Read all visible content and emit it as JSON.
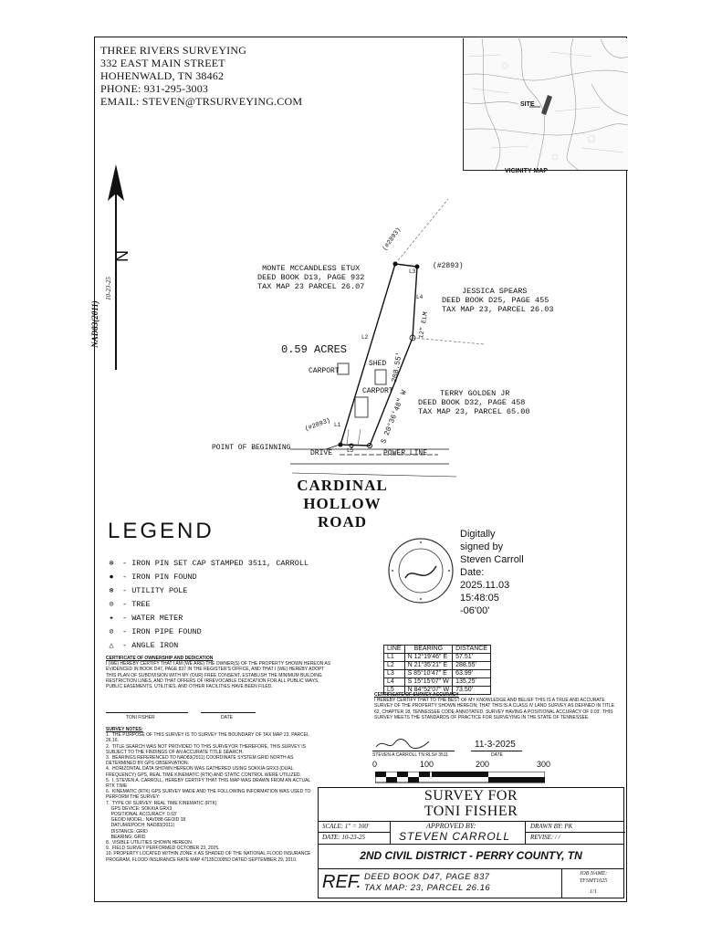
{
  "company": {
    "name": "THREE RIVERS SURVEYING",
    "address": "332 EAST MAIN STREET",
    "city": "HOHENWALD, TN 38462",
    "phone": "PHONE: 931-295-3003",
    "email": "EMAIL: STEVEN@TRSURVEYING.COM"
  },
  "vicinity": {
    "site_label": "SITE",
    "title": "VICINITY MAP"
  },
  "north": {
    "datum": "NAD83(2011)",
    "date": "10-23-25",
    "letter": "N"
  },
  "adjoiners": {
    "north": {
      "name": "MONTE MCCANDLESS ETUX",
      "deed": "DEED BOOK D13, PAGE 932",
      "tax": "TAX MAP 23 PARCEL 26.07"
    },
    "east": {
      "name": "JESSICA SPEARS",
      "deed": "DEED BOOK D25, PAGE 455",
      "tax": "TAX MAP 23, PARCEL 26.03"
    },
    "south": {
      "name": "TERRY GOLDEN JR",
      "deed": "DEED BOOK D32, PAGE 458",
      "tax": "TAX MAP 23, PARCEL 65.00"
    }
  },
  "plat": {
    "acres": "0.59 ACRES",
    "carport1": "CARPORT",
    "carport2": "CARPORT",
    "shed": "SHED",
    "elm": "12\" ELM",
    "bearing_long": "S 20°36'48\" W",
    "distance_long": "208.55'",
    "pob": "POINT OF BEGINNING",
    "drive": "DRIVE",
    "power": "POWER LINE",
    "ref_top": "(#2893)",
    "ref_right": "(#2893)",
    "ref_left": "(#2893)",
    "l1": "L1",
    "l2": "L2",
    "l3": "L3",
    "l4": "L4",
    "l5": "L5"
  },
  "road": {
    "line1": "CARDINAL",
    "line2": "HOLLOW ROAD"
  },
  "legend": {
    "title": "LEGEND",
    "items": [
      {
        "sym": "⊕",
        "label": "- IRON PIN SET CAP STAMPED 3511, CARROLL"
      },
      {
        "sym": "●",
        "label": "- IRON PIN FOUND"
      },
      {
        "sym": "⊛",
        "label": "- UTILITY POLE"
      },
      {
        "sym": "⊙",
        "label": "- TREE"
      },
      {
        "sym": "✦",
        "label": "- WATER METER"
      },
      {
        "sym": "⊘",
        "label": "- IRON PIPE FOUND"
      },
      {
        "sym": "△",
        "label": "- ANGLE IRON"
      }
    ]
  },
  "signature": {
    "line1": "Digitally",
    "line2": "signed by",
    "line3": "Steven Carroll",
    "line4": "Date:",
    "line5": "2025.11.03",
    "line6": "15:48:05",
    "line7": "-06'00'"
  },
  "line_table": {
    "headers": [
      "LINE",
      "BEARING",
      "DISTANCE"
    ],
    "rows": [
      [
        "L1",
        "N 12°19'46\" E",
        "57.51'"
      ],
      [
        "L2",
        "N 21°35'21\" E",
        "288.55'"
      ],
      [
        "L3",
        "S 85°10'47\" E",
        "63.99'"
      ],
      [
        "L4",
        "S 15°15'07\" W",
        "135.25'"
      ],
      [
        "L5",
        "N 84°52'07\" W",
        "73.50'"
      ]
    ]
  },
  "certificates": {
    "ownership_title": "CERTIFICATE OF OWNERSHIP AND DEDICATION",
    "ownership_text": "I (WE) HEREBY CERTIFY THAT I AM (WE ARE) THE OWNER(S) OF THE PROPERTY SHOWN HEREON AS EVIDENCED IN BOOK D47, PAGE 837 IN THE REGISTER'S OFFICE, AND THAT I (WE) HEREBY ADOPT THIS PLAN OF SUBDIVISION WITH MY (OUR) FREE CONSENT, ESTABLISH THE MINIMUM BUILDING RESTRICTION LINES, AND THAT OFFERS OF IRREVOCABLE DEDICATION FOR ALL PUBLIC WAYS, PUBLIC EASEMENTS, UTILITIES, AND OTHER FACILITIES HAVE BEEN FILED.",
    "owner_sig": "TONI FISHER",
    "owner_date": "DATE",
    "accuracy_title": "CERTIFICATE OF SURVEY ACCURACY",
    "accuracy_text": "I HEREBY CERTIFY THAT TO THE BEST OF MY KNOWLEDGE AND BELIEF THIS IS A TRUE AND ACCURATE SURVEY OF THE PROPERTY SHOWN HEREON; THAT THIS IS A CLASS IV LAND SURVEY AS DEFINED IN TITLE 62, CHAPTER 18, TENNESSEE CODE ANNOTATED. SURVEY HAVING A POSITIONAL ACCURACY OF 0.03'. THIS SURVEY MEETS THE STANDARDS OF PRACTICE FOR SURVEYING IN THE STATE OF TENNESSEE.",
    "surveyor_sig": "STEVEN A CARROLL TN RLS# 3511",
    "survey_date": "11-3-2025",
    "date_label": "DATE"
  },
  "notes": {
    "title": "SURVEY NOTES:",
    "items": [
      "1.  THE PURPOSE OF THIS SURVEY IS TO SURVEY THE BOUNDARY OF TAX MAP 23, PARCEL 26.16.",
      "2.  TITLE SEARCH WAS NOT PROVIDED TO THIS SURVEYOR THEREFORE, THIS SURVEY IS SUBJECT TO THE FINDINGS OF AN ACCURATE TITLE SEARCH.",
      "3.  BEARINGS REFERENCED TO NAD83(2011) COORDINATE SYSTEM GRID NORTH AS DETERMINED BY GPS OBSERVATION.",
      "4.  HORIZONTAL DATA SHOWN HEREON WAS GATHERED USING SOKKIA GRX3 (DUAL FREQUENCY) GPS, REAL TIME KINEMATIC (RTK) AND STATIC CONTROL WERE UTILIZED.",
      "5.  I, STEVEN A. CARROLL, HEREBY CERTIFY THAT THIS MAP WAS DRAWN FROM AN ACTUAL RTK TIME",
      "6.  KINEMATIC (RTK) GPS SURVEY MADE AND THE FOLLOWING INFORMATION WAS USED TO PERFORM THE SURVEY:",
      "7.  TYPE OF SURVEY: REAL TIME KINEMATIC (RTK)",
      "    GPS DEVICE: SOKKIA GRX3",
      "    POSITIONAL ACCURACY: 0.03'",
      "    GEOID MODEL: NAVD88 GEOID 18",
      "    DATUM/EPOCH: NAD83(2011)",
      "    DISTANCE: GRID",
      "    BEARING: GRID",
      "8.  VISIBLE UTILITIES SHOWN HEREON.",
      "9.  FIELD SURVEY PERFORMED OCTOBER 23, 2025.",
      "10. PROPERTY LOCATED WITHIN ZONE X AS SHADED OF THE NATIONAL FLOOD INSURANCE PROGRAM, FLOOD INSURANCE RATE MAP 47135C0095D DATED SEPTEMBER 29, 2010."
    ]
  },
  "scale": {
    "labels": [
      "0",
      "100",
      "200",
      "300"
    ]
  },
  "titleblock": {
    "title1": "SURVEY FOR",
    "title2": "TONI FISHER",
    "scale_label": "SCALE: 1\" = 100'",
    "date_label": "DATE: 10-23-25",
    "approved_label": "APPROVED BY:",
    "approved_name": "STEVEN CARROLL",
    "drawn_label": "DRAWN BY: PK",
    "revise_label": "REVISE:  /  /",
    "district": "2ND CIVIL DISTRICT - PERRY COUNTY, TN",
    "ref": "REF.",
    "ref_line1": "DEED BOOK D47, PAGE 837",
    "ref_line2": "TAX MAP: 23, PARCEL 26.16",
    "job_label": "JOB NAME:",
    "job_name": "TFSMT1025",
    "sheet": "1/1"
  },
  "colors": {
    "ink": "#111111",
    "line": "#222222"
  }
}
